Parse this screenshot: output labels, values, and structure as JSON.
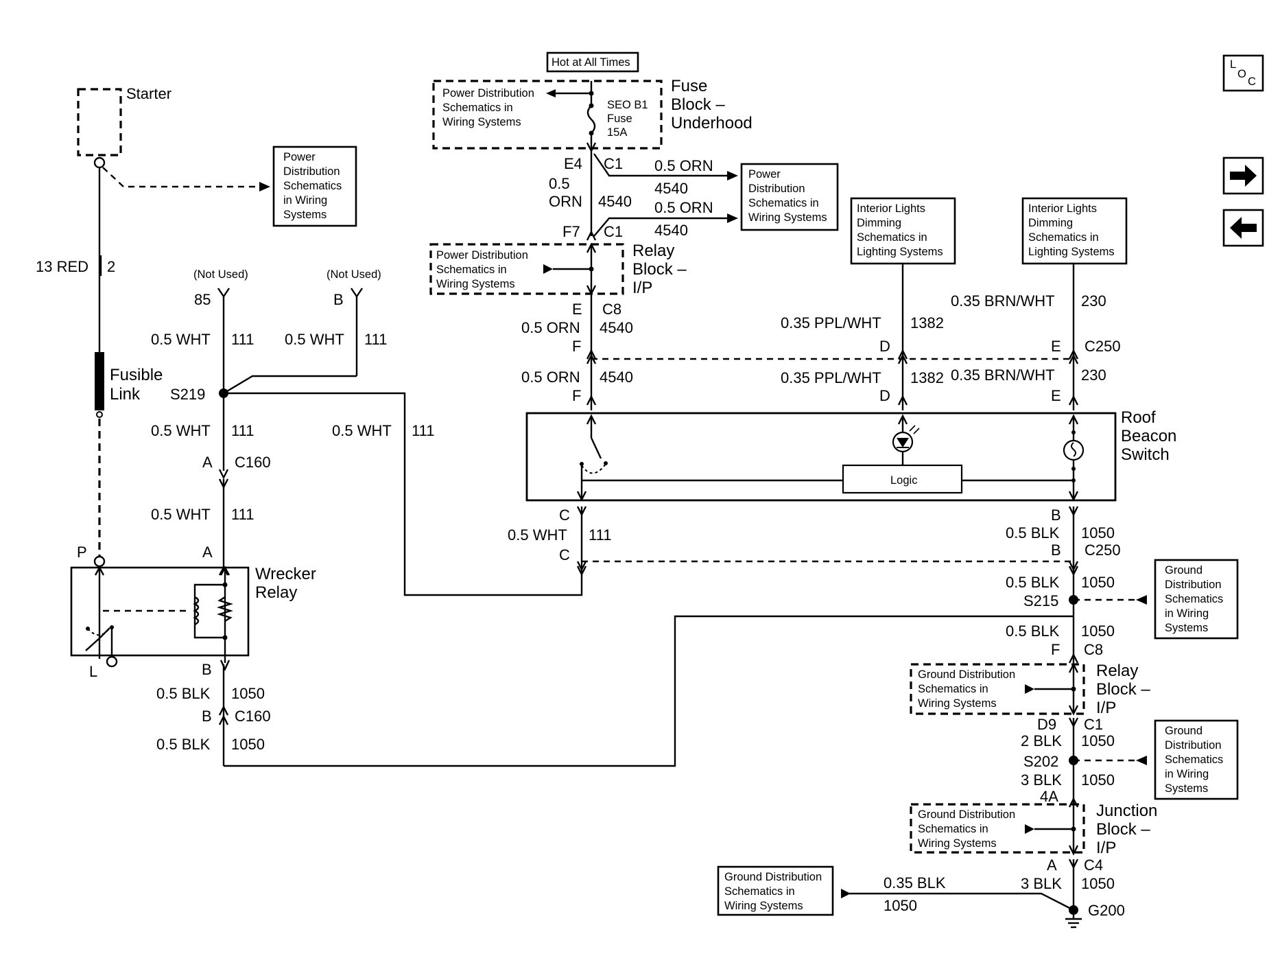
{
  "hot": "Hot at All Times",
  "fuse_block": {
    "l1": "Fuse",
    "l2": "Block –",
    "l3": "Underhood"
  },
  "fuse": {
    "l1": "SEO B1",
    "l2": "Fuse",
    "l3": "15A"
  },
  "relay_block": {
    "l1": "Relay",
    "l2": "Block –",
    "l3": "I/P"
  },
  "junction_block": {
    "l1": "Junction",
    "l2": "Block –",
    "l3": "I/P"
  },
  "pd_box": {
    "l1": "Power Distribution",
    "l2": "Schematics in",
    "l3": "Wiring Systems"
  },
  "pd_starter": {
    "l1": "Power",
    "l2": "Distribution",
    "l3": "Schematics",
    "l4": "in Wiring",
    "l5": "Systems"
  },
  "pd_right": {
    "l1": "Power",
    "l2": "Distribution",
    "l3": "Schematics in",
    "l4": "Wiring Systems"
  },
  "il_box": {
    "l1": "Interior Lights",
    "l2": "Dimming",
    "l3": "Schematics in",
    "l4": "Lighting Systems"
  },
  "gd_box": {
    "l1": "Ground Distribution",
    "l2": "Schematics in",
    "l3": "Wiring Systems"
  },
  "gd_right": {
    "l1": "Ground",
    "l2": "Distribution",
    "l3": "Schematics",
    "l4": "in Wiring",
    "l5": "Systems"
  },
  "starter": "Starter",
  "fusible": {
    "l1": "Fusible",
    "l2": "Link"
  },
  "wrecker": {
    "l1": "Wrecker",
    "l2": "Relay"
  },
  "roof": {
    "l1": "Roof",
    "l2": "Beacon",
    "l3": "Switch"
  },
  "logic": "Logic",
  "not_used": "(Not Used)",
  "wire": {
    "red13": "13 RED",
    "two": "2",
    "wht05": "0.5 WHT",
    "c111": "111",
    "orn05": "0.5 ORN",
    "c4540": "4540",
    "half": "0.5",
    "orn": "ORN",
    "ppl": "0.35 PPL/WHT",
    "c1382": "1382",
    "brn": "0.35 BRN/WHT",
    "c230": "230",
    "blk05": "0.5 BLK",
    "c1050": "1050",
    "blk2": "2 BLK",
    "blk3": "3 BLK",
    "blk035": "0.35 BLK"
  },
  "pins": {
    "e4": "E4",
    "c1": "C1",
    "f7": "F7",
    "e": "E",
    "c8": "C8",
    "f": "F",
    "d": "D",
    "c250": "C250",
    "s219": "S219",
    "a": "A",
    "c160": "C160",
    "b": "B",
    "p": "P",
    "l": "L",
    "c": "C",
    "s215": "S215",
    "d9": "D9",
    "s202": "S202",
    "a4": "4A",
    "c4": "C4",
    "g200": "G200",
    "n85": "85"
  },
  "loc_icon": {
    "l1": "L",
    "l2": "O",
    "l3": "C"
  },
  "icons": [
    "loc-icon",
    "arrow-right-icon",
    "arrow-left-icon"
  ]
}
